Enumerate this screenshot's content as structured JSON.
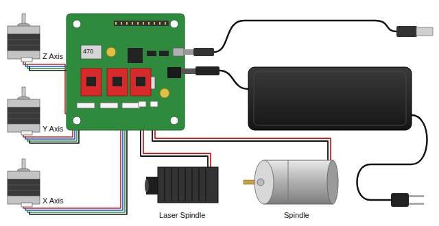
{
  "diagram": {
    "labels": [
      "470",
      "Z Axis",
      "Y Axis",
      "X Axis",
      "Laser Spindle",
      "Spindle"
    ]
  }
}
